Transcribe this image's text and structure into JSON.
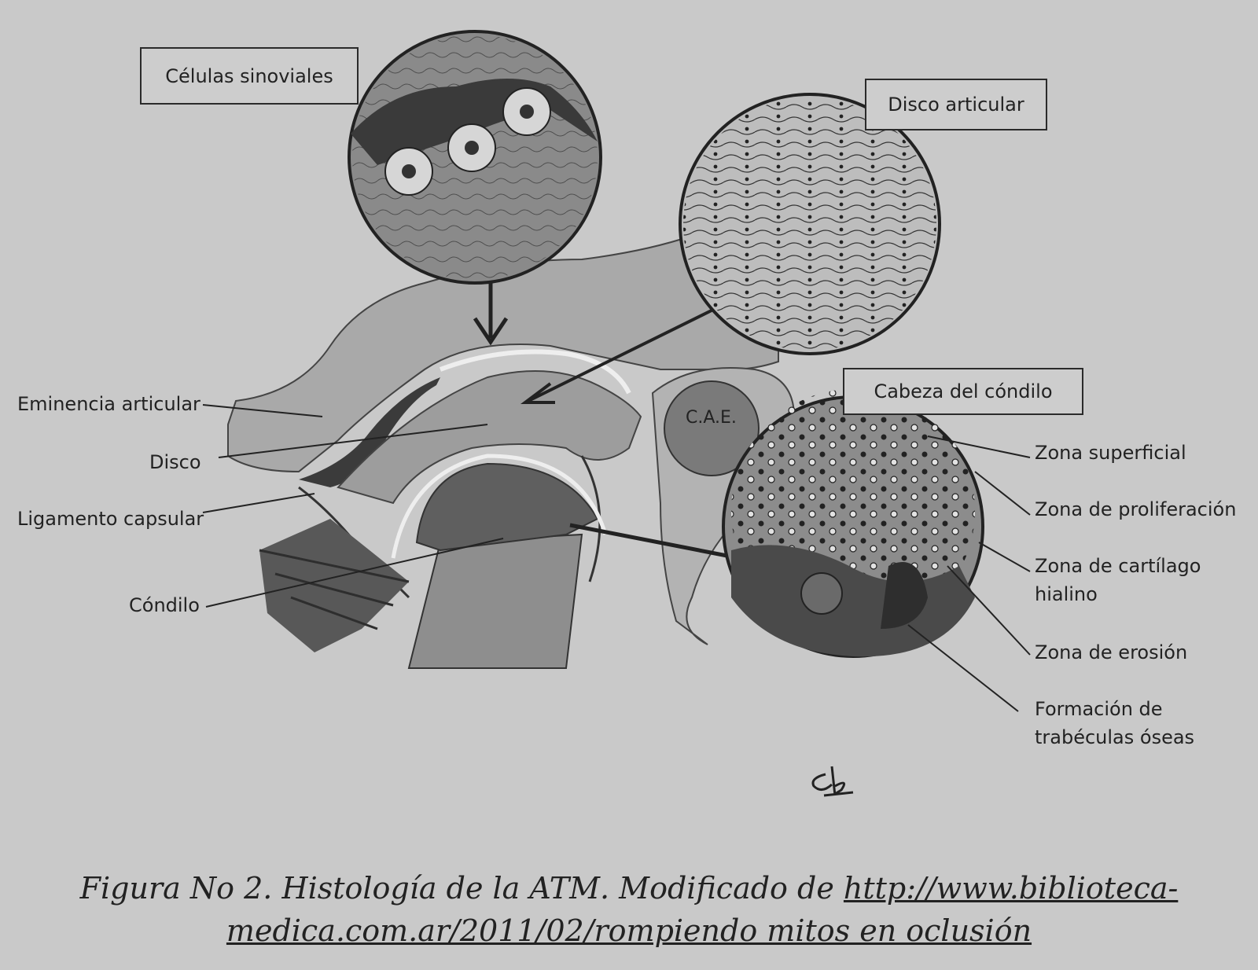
{
  "labels": {
    "celulas_sinoviales": "Células sinoviales",
    "disco_articular": "Disco articular",
    "cabeza_condilo": "Cabeza del cóndilo",
    "eminencia": "Eminencia articular",
    "disco": "Disco",
    "ligamento": "Ligamento capsular",
    "condilo": "Cóndilo",
    "zona_superficial": "Zona superficial",
    "zona_proliferacion": "Zona de proliferación",
    "zona_cartilago_1": "Zona de cartílago",
    "zona_cartilago_2": "hialino",
    "zona_erosion": "Zona de erosión",
    "formacion_1": "Formación de",
    "formacion_2": "trabéculas óseas",
    "cae": "C.A.E."
  },
  "caption": {
    "figure_label": "Figura No 2.",
    "text": "Histología de la ATM. Modificado de",
    "url_part1": "http://www.biblioteca-",
    "url_part2": "medica.com.ar/2011/02/rompiendo mitos en oclusión"
  },
  "signature": "cb"
}
